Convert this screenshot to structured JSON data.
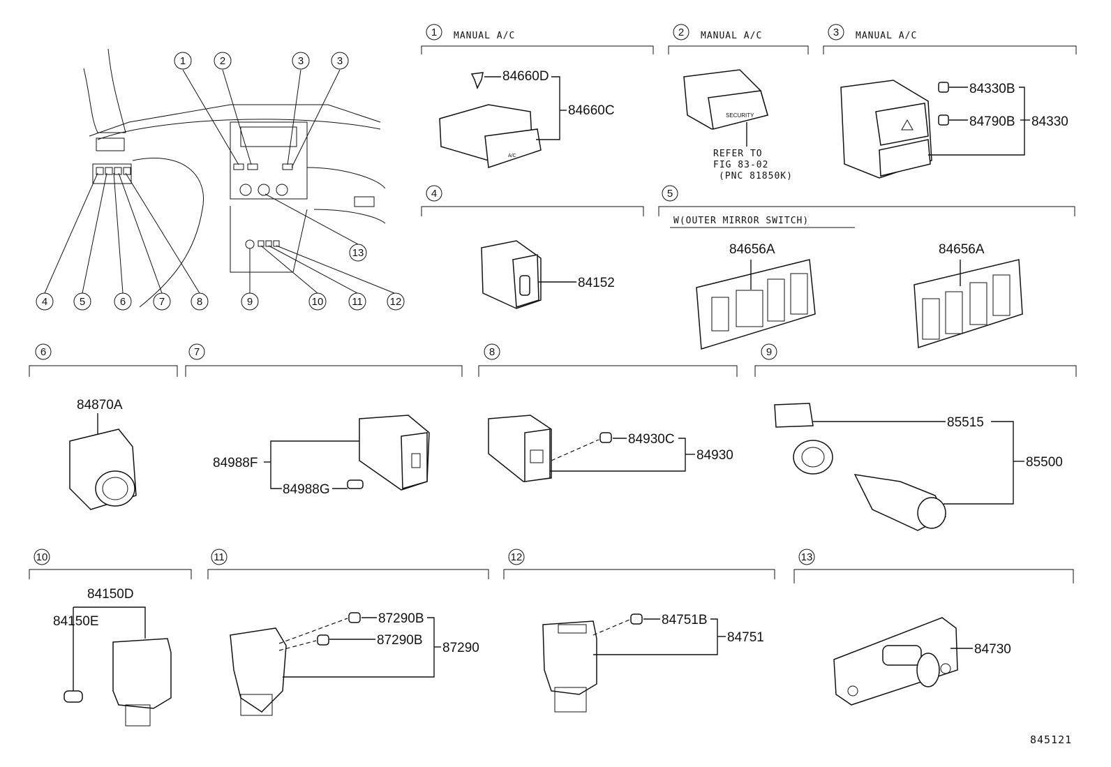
{
  "figure_id": "845121",
  "sections": [
    {
      "no": "1",
      "caption": "MANUAL A/C",
      "parts": [
        "84660D",
        "84660C"
      ]
    },
    {
      "no": "2",
      "caption": "MANUAL A/C",
      "parts": [],
      "note": [
        "REFER TO",
        "FIG 83-02",
        "(PNC 81850K)"
      ],
      "face_label": "SECURITY"
    },
    {
      "no": "3",
      "caption": "MANUAL A/C",
      "parts": [
        "84330B",
        "84790B",
        "84330"
      ]
    },
    {
      "no": "4",
      "caption": "",
      "parts": [
        "84152"
      ]
    },
    {
      "no": "5",
      "caption": "W(OUTER MIRROR SWITCH)",
      "parts": [
        "84656A",
        "84656A"
      ]
    },
    {
      "no": "6",
      "caption": "",
      "parts": [
        "84870A"
      ]
    },
    {
      "no": "7",
      "caption": "",
      "parts": [
        "84988F",
        "84988G"
      ]
    },
    {
      "no": "8",
      "caption": "",
      "parts": [
        "84930C",
        "84930"
      ]
    },
    {
      "no": "9",
      "caption": "",
      "parts": [
        "85515",
        "85500"
      ]
    },
    {
      "no": "10",
      "caption": "",
      "parts": [
        "84150D",
        "84150E"
      ]
    },
    {
      "no": "11",
      "caption": "",
      "parts": [
        "87290B",
        "87290B",
        "87290"
      ]
    },
    {
      "no": "12",
      "caption": "",
      "parts": [
        "84751B",
        "84751"
      ]
    },
    {
      "no": "13",
      "caption": "",
      "parts": [
        "84730"
      ]
    }
  ],
  "overview_callouts": [
    "1",
    "2",
    "3",
    "3",
    "4",
    "5",
    "6",
    "7",
    "8",
    "9",
    "10",
    "11",
    "12",
    "13"
  ],
  "small_labels": [
    "A/C"
  ]
}
